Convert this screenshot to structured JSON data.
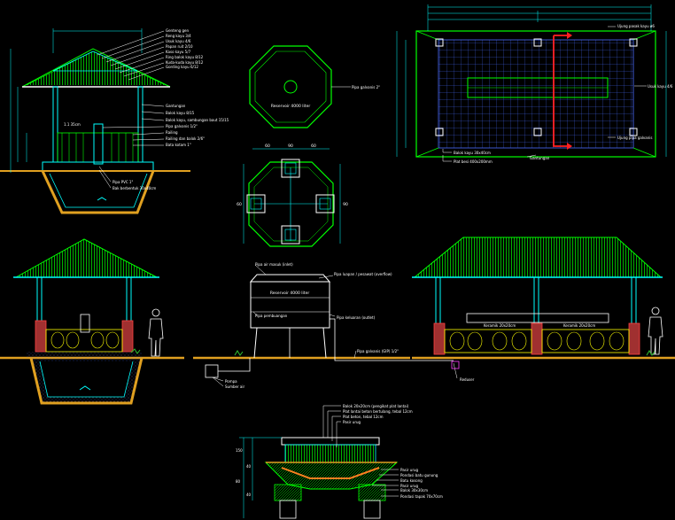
{
  "drawing": {
    "background": "#000000",
    "colors": {
      "line_green": "#00ff00",
      "line_cyan": "#00ffff",
      "line_blue": "#4a6cff",
      "line_white": "#ffffff",
      "line_yellow": "#ffff00",
      "line_red": "#ff2020",
      "earth_orange": "#e0a020",
      "earth_brown": "#8a6a2a",
      "grass_green": "#30c030"
    }
  },
  "gazebo_section": {
    "roof_callouts": [
      "Genteng gen",
      "Reng kayu 3/4",
      "Usuk kayu 4/6",
      "Papan ruit 2/10",
      "Kaso kayu 5/7",
      "Ring balok kayu 8/12",
      "Kuda-kuda kayu 8/12",
      "Gording kayu 6/12"
    ],
    "body_callouts": [
      "Gantungan",
      "Balok kayu 8/15",
      "Balok kayu, sambungan baut 15/15",
      "Pipa galvanis 1/2\"",
      "Railing",
      "Railing dan balok 2/6\"",
      "Bata kotam 1\""
    ],
    "lower_callouts": [
      "Pipa PVC 1\"",
      "Bak berbentuk 30x40cm"
    ],
    "dim_label": "1.1 35cm"
  },
  "octagon_plan": {
    "label": "Reservoir 4000 liter",
    "callout": "Pipa galvanis 2\""
  },
  "footing_plan": {
    "labels": [
      "60",
      "90",
      "60",
      "90",
      "60"
    ]
  },
  "roof_plan": {
    "callouts_right": [
      "Ujung pasak kayu ø6",
      "Usuk kayu 4/6",
      "Ujung pipa galvanis"
    ],
    "callouts_bottom": [
      "Balok kayu 30x40cm",
      "Plat besi 400x200mm",
      "Gantungan"
    ]
  },
  "elevation_left": {},
  "reservoir_elevation": {
    "tank_label": "Reservoir 4000 liter",
    "callouts": [
      "Pipa air masuk (inlet)",
      "Pipa luapan / pesawat (overflow)",
      "Pipa pembuangan",
      "Pipa keluaran (outlet)",
      "Pipa galvanis (GIP) 1/2\"",
      "Pompa",
      "Sumber air",
      "Reduser"
    ]
  },
  "elevation_right": {
    "labels": [
      "Keramik 20x20cm",
      "Keramik 20x20cm"
    ]
  },
  "footing_detail": {
    "callouts_top": [
      "Balok 20x20cm (pengikat plat lantai)",
      "Plat lantai beton bertulang, tebal 12cm",
      "Plat beton, tebal 12cm",
      "Pasir urug"
    ],
    "callouts_right": [
      "Pasir urug",
      "Pondasi batu gunung",
      "Batu kosong",
      "Pasir urug",
      "Balok 30x30cm",
      "Pondasi tapak 70x70cm"
    ],
    "dims": [
      "150",
      "40",
      "80",
      "40"
    ]
  }
}
